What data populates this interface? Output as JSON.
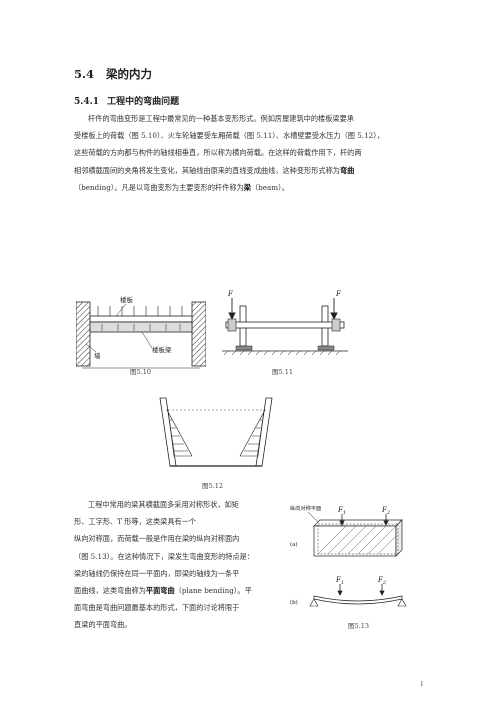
{
  "section": {
    "number": "5.4",
    "title": "梁的内力"
  },
  "subsection": {
    "number": "5.4.1",
    "title": "工程中的弯曲问题"
  },
  "paragraph1": {
    "l1": "杆件的弯曲变形是工程中最常见的一种基本变形形式。例如房屋建筑中的楼板梁要承",
    "l2": "受楼板上的荷载（图 5.10）、火车轮轴要受车厢荷载（图 5.11）、水槽壁要受水压力（图 5.12），",
    "l3": "这些荷载的方向都与构件的轴线相垂直，所以称为横向荷载。在这样的荷载作用下，杆的两",
    "l4": "相邻横截面间的夹角将发生变化，其轴线由原来的直线变成曲线，这种变形形式称为",
    "l4_term": "弯曲",
    "l5a": "（bending）。凡是以弯曲变形为主要变形的杆件称为",
    "l5_term": "梁",
    "l5b": "（beam）。"
  },
  "figures": {
    "fig510": {
      "caption": "图5.10",
      "label_slab": "楼板",
      "label_wall": "墙",
      "label_beam": "楼板梁"
    },
    "fig511": {
      "caption": "图5.11",
      "label_f_left": "F",
      "label_f_right": "F"
    },
    "fig512": {
      "caption": "图5.12"
    },
    "fig513": {
      "caption": "图5.13",
      "label_plane": "纵向对称平面",
      "label_a": "(a)",
      "label_b": "(b)",
      "f1": "F",
      "f1_sub": "1",
      "f2": "F",
      "f2_sub": "2"
    }
  },
  "paragraph2": {
    "l1": "工程中常用的梁其横截面多采用对称形状，如矩",
    "l2": "形、工字形、T 形等，这类梁具有一个",
    "l3": "纵向对称面，而荷载一般是作用在梁的纵向对称面内",
    "l4": "（图 5.13）。在这种情况下，梁发生弯曲变形的特点是：",
    "l5": "梁的轴线仍保持在同一平面内，即梁的轴线为一条平",
    "l6a": "面曲线，这类弯曲称为",
    "l6_term": "平面弯曲",
    "l6b": "（plane bending）。平",
    "l7": "面弯曲是弯曲问题最基本的形式，下面的讨论将限于",
    "l8": "直梁的平面弯曲。"
  },
  "page_number": "1"
}
